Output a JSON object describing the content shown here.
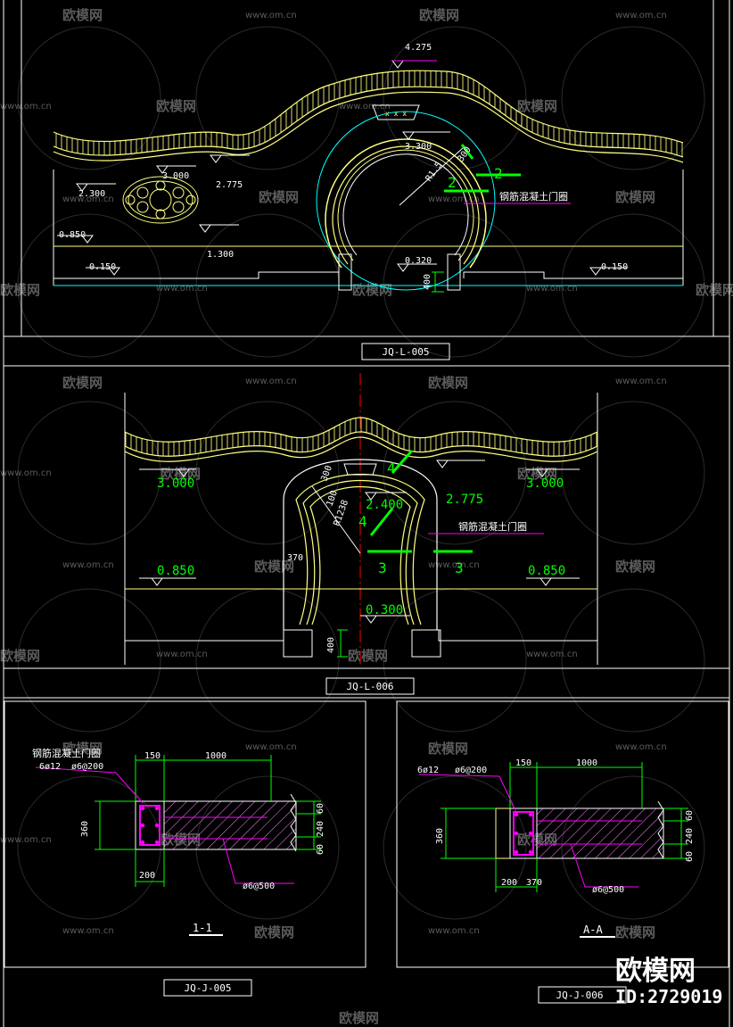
{
  "colors": {
    "background": "#000000",
    "frame": "#ffffff",
    "roof": "#ffff80",
    "dim_green": "#00ff00",
    "leader_magenta": "#ff00ff",
    "ground_cyan": "#00ffff",
    "axis_red": "#ff0000",
    "hatch": "#ff80ff",
    "watermark": "#5b5b5b"
  },
  "watermark": {
    "brand": "欧模网",
    "site": "www.om.cn"
  },
  "stamp": {
    "brand": "欧模网",
    "id": "ID:2729019"
  },
  "elev1": {
    "label": "JQ-L-005",
    "levels": {
      "top": "4.275",
      "ring_top": "3.300",
      "wall_top": "3.000",
      "wall_mid": "2.775",
      "window": "2.300",
      "base_left": "0.850",
      "window_bottom": "1.300",
      "ground_left": "0.150",
      "threshold": "0.320",
      "ground_right": "0.150"
    },
    "radius": "R1.5",
    "ring_dim": "300",
    "pier_dim": "400",
    "section_mark": "2",
    "note": "钢筋混凝土门圈"
  },
  "elev2": {
    "label": "JQ-L-006",
    "levels": {
      "wall_left": "3.000",
      "wall_mid": "2.775",
      "wall_right": "3.000",
      "arch_top": "2.400",
      "base_left": "0.850",
      "base_right": "0.850",
      "threshold": "0.300"
    },
    "radius": "R1238",
    "dim_a": "300",
    "dim_b": "100",
    "side_dim": "370",
    "pier_dim": "400",
    "section_a": "4",
    "section_b": "3",
    "note": "钢筋混凝土门圈"
  },
  "sec1": {
    "label": "JQ-J-005",
    "title": "1-1",
    "note": "钢筋混凝土门圈",
    "rebar_main": "6ø12",
    "rebar_tie": "ø6@200",
    "rebar_dist": "ø6@500",
    "dims": {
      "top_a": "150",
      "top_b": "1000",
      "height": "360",
      "r1": "60",
      "r2": "240",
      "r3": "60",
      "bottom": "200"
    }
  },
  "sec2": {
    "label": "JQ-J-006",
    "title": "A-A",
    "rebar_main": "6ø12",
    "rebar_tie": "ø6@200",
    "rebar_dist": "ø6@500",
    "dims": {
      "top_a": "150",
      "top_b": "1000",
      "height": "360",
      "r1": "60",
      "r2": "240",
      "r3": "60",
      "bottom_a": "200",
      "bottom_b": "370"
    }
  }
}
